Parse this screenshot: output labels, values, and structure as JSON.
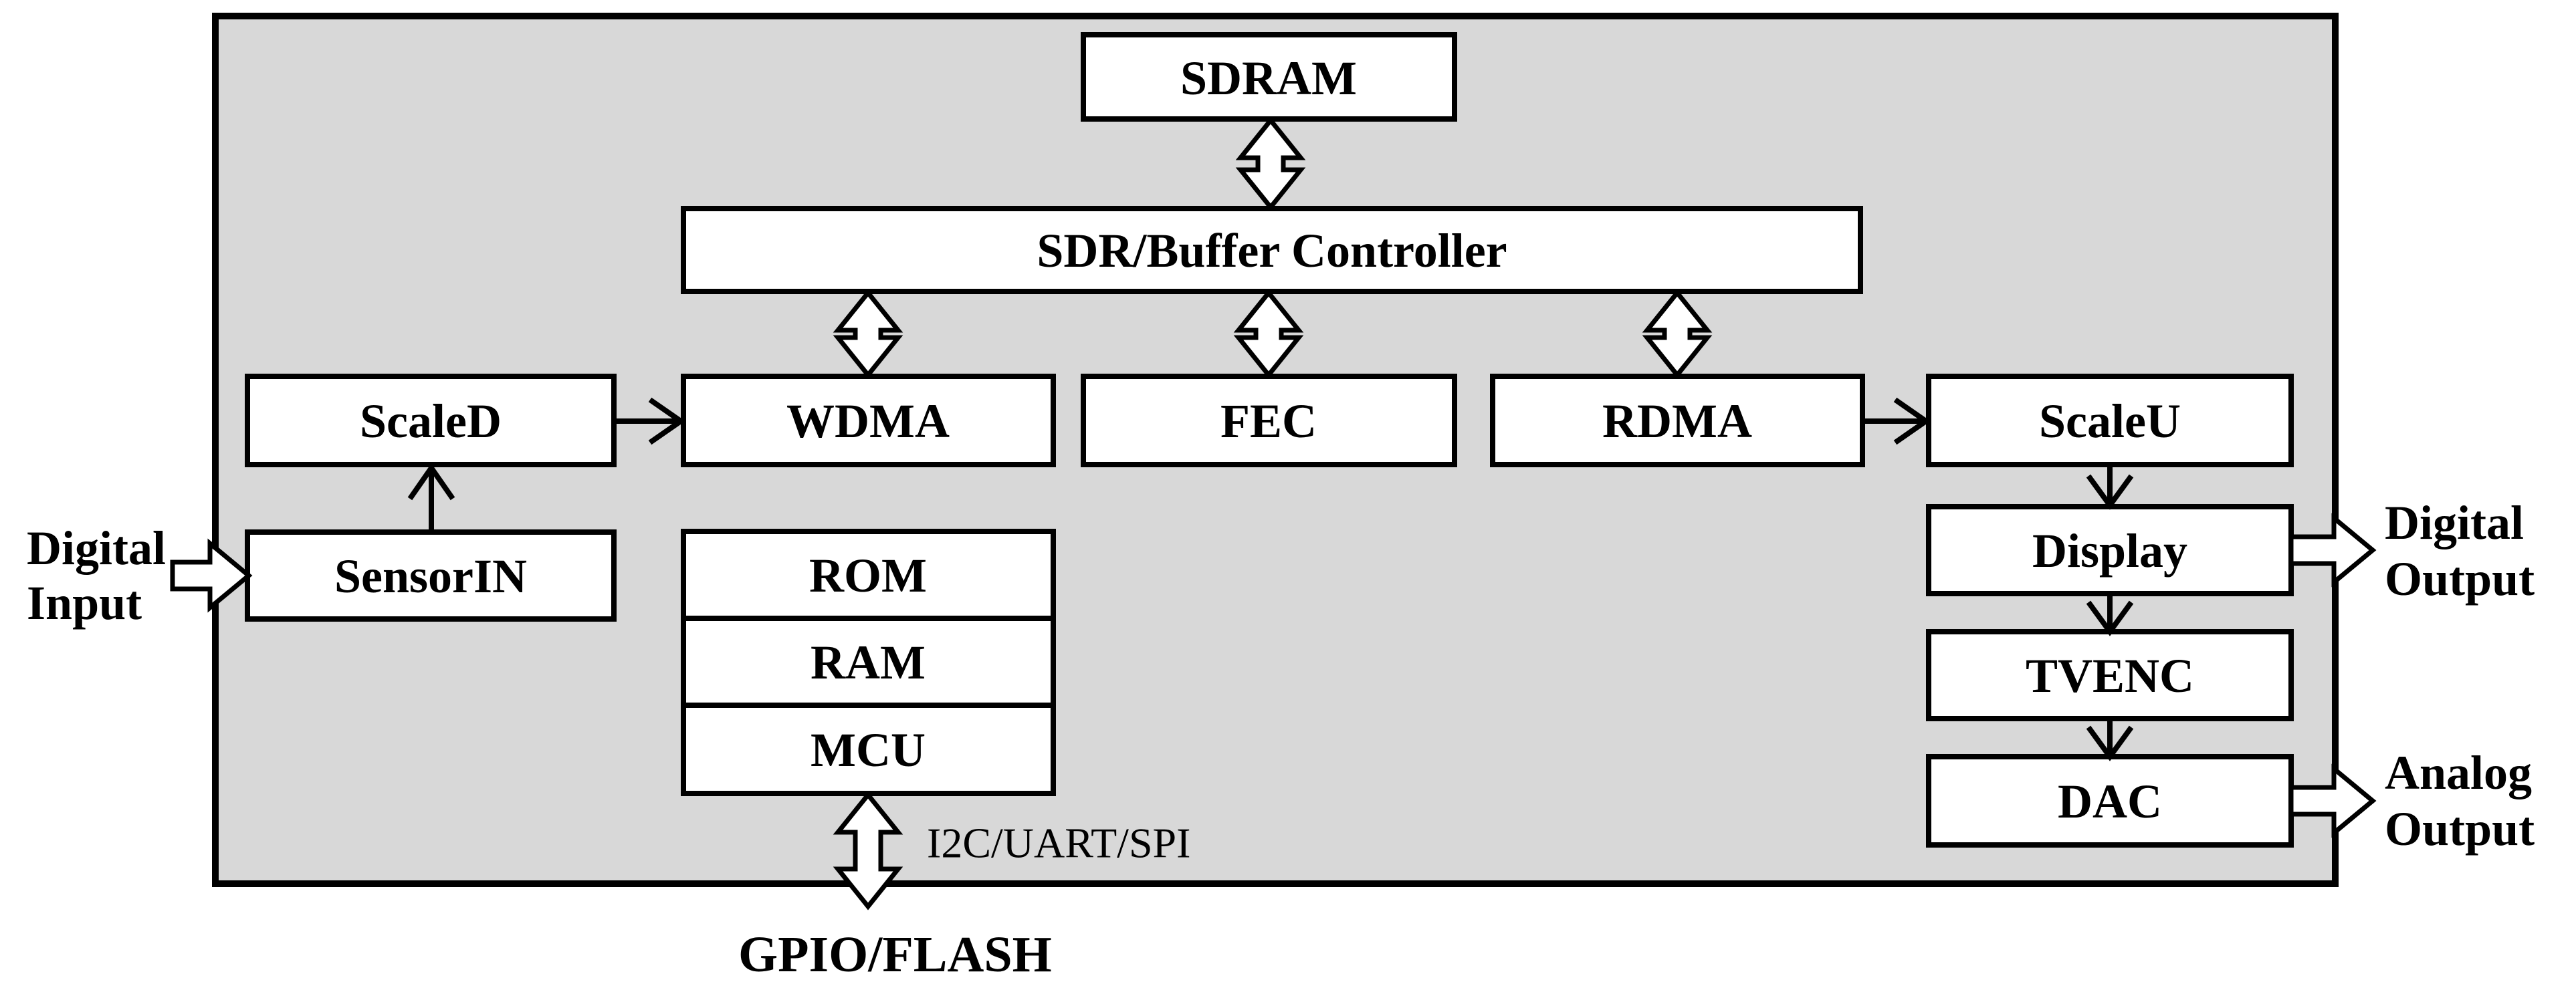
{
  "diagram": {
    "blocks": {
      "sdram": "SDRAM",
      "sdr_buffer_controller": "SDR/Buffer Controller",
      "scaled": "ScaleD",
      "wdma": "WDMA",
      "fec": "FEC",
      "rdma": "RDMA",
      "scaleu": "ScaleU",
      "sensorin": "SensorIN",
      "rom": "ROM",
      "ram": "RAM",
      "mcu": "MCU",
      "display": "Display",
      "tvenc": "TVENC",
      "dac": "DAC"
    },
    "external_labels": {
      "digital_input": {
        "line1": "Digital",
        "line2": "Input"
      },
      "digital_output": {
        "line1": "Digital",
        "line2": "Output"
      },
      "analog_output": {
        "line1": "Analog",
        "line2": "Output"
      },
      "gpio_flash": "GPIO/FLASH",
      "i2c_uart_spi": "I2C/UART/SPI"
    },
    "connections": [
      {
        "from": "SDRAM",
        "to": "SDR/Buffer Controller",
        "type": "bidirectional-bus"
      },
      {
        "from": "SDR/Buffer Controller",
        "to": "WDMA",
        "type": "bidirectional-bus"
      },
      {
        "from": "SDR/Buffer Controller",
        "to": "FEC",
        "type": "bidirectional-bus"
      },
      {
        "from": "SDR/Buffer Controller",
        "to": "RDMA",
        "type": "bidirectional-bus"
      },
      {
        "from": "Digital Input",
        "to": "SensorIN",
        "type": "hollow-input-arrow"
      },
      {
        "from": "SensorIN",
        "to": "ScaleD",
        "type": "flow"
      },
      {
        "from": "ScaleD",
        "to": "WDMA",
        "type": "flow"
      },
      {
        "from": "RDMA",
        "to": "ScaleU",
        "type": "flow"
      },
      {
        "from": "ScaleU",
        "to": "Display",
        "type": "flow"
      },
      {
        "from": "Display",
        "to": "Digital Output",
        "type": "hollow-output-arrow"
      },
      {
        "from": "Display",
        "to": "TVENC",
        "type": "flow"
      },
      {
        "from": "TVENC",
        "to": "DAC",
        "type": "flow"
      },
      {
        "from": "DAC",
        "to": "Analog Output",
        "type": "hollow-output-arrow"
      },
      {
        "from": "MCU",
        "to": "GPIO/FLASH",
        "type": "bidirectional-bus",
        "label": "I2C/UART/SPI"
      }
    ],
    "colors": {
      "background": "#ffffff",
      "chip_fill": "#d8d8d8",
      "block_fill": "#ffffff",
      "line": "#000000"
    }
  }
}
